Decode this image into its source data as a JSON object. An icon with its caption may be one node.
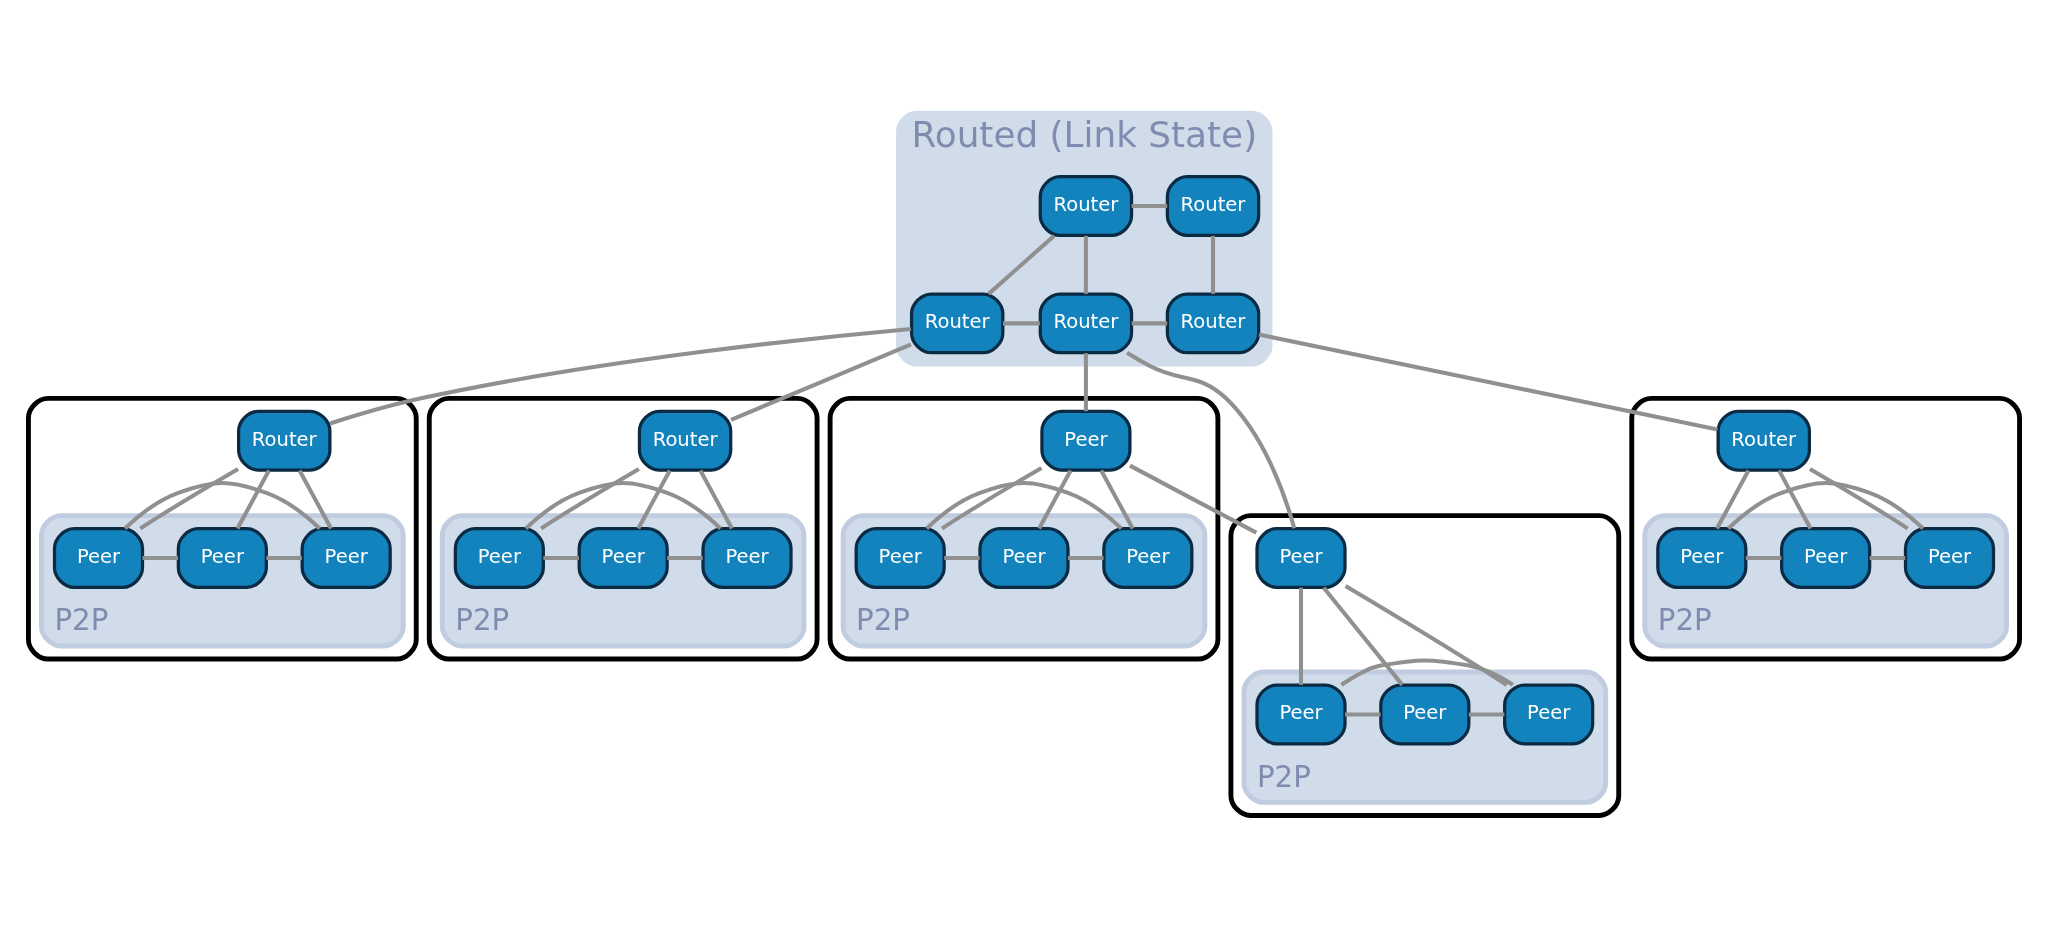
{
  "diagram": {
    "nodes": [
      {
        "text": [
          "Routed (Link State)"
        ]
      },
      {
        "text": [
          "Router"
        ],
        "in": 0
      },
      {
        "text": [
          "Router"
        ],
        "in": 0
      },
      {
        "text": [
          "Router"
        ],
        "in": 0
      },
      {
        "text": [
          "Router"
        ],
        "in": 0
      },
      {
        "text": [
          "Router"
        ],
        "in": 0
      },
      {
        "text": [],
        "shape": "picture"
      },
      {
        "text": [
          "Router"
        ],
        "in": 6
      },
      {
        "text": [
          "P2P"
        ],
        "in": 6
      },
      {
        "text": [
          "Peer"
        ],
        "in": 8
      },
      {
        "text": [
          "Peer"
        ],
        "in": 8
      },
      {
        "text": [
          "Peer"
        ],
        "in": 8
      },
      {
        "text": [],
        "shape": "picture"
      },
      {
        "text": [
          "Router"
        ],
        "in": 12
      },
      {
        "text": [
          "P2P"
        ],
        "in": 12
      },
      {
        "text": [
          "Peer"
        ],
        "in": 14
      },
      {
        "text": [
          "Peer"
        ],
        "in": 14
      },
      {
        "text": [
          "Peer"
        ],
        "in": 14
      },
      {
        "text": [],
        "shape": "picture"
      },
      {
        "text": [
          "Peer"
        ],
        "in": 18
      },
      {
        "text": [
          "P2P"
        ],
        "in": 18
      },
      {
        "text": [
          "Peer"
        ],
        "in": 20
      },
      {
        "text": [
          "Peer"
        ],
        "in": 20
      },
      {
        "text": [
          "Peer"
        ],
        "in": 20
      },
      {
        "text": [],
        "shape": "picture"
      },
      {
        "text": [
          "Peer"
        ],
        "in": 24
      },
      {
        "text": [
          "P2P"
        ],
        "in": 24
      },
      {
        "text": [
          "Peer"
        ],
        "in": 26
      },
      {
        "text": [
          "Peer"
        ],
        "in": 26
      },
      {
        "text": [
          "Peer"
        ],
        "in": 26
      },
      {
        "text": [],
        "shape": "picture"
      },
      {
        "text": [
          "Router"
        ],
        "in": 30
      },
      {
        "text": [
          "P2P"
        ],
        "in": 30
      },
      {
        "text": [
          "Peer"
        ],
        "in": 32
      },
      {
        "text": [
          "Peer"
        ],
        "in": 32
      },
      {
        "text": [
          "Peer"
        ],
        "in": 32
      }
    ],
    "edges": [
      {
        "from": 1,
        "to": 2,
        "arrow": "none"
      },
      {
        "from": 1,
        "to": 3,
        "arrow": "none"
      },
      {
        "from": 1,
        "to": 4,
        "arrow": "none"
      },
      {
        "from": 2,
        "to": 5,
        "arrow": "none"
      },
      {
        "from": 3,
        "to": 4,
        "arrow": "none"
      },
      {
        "from": 4,
        "to": 5,
        "arrow": "none"
      },
      {
        "from": 3,
        "to": 7,
        "arrow": "none"
      },
      {
        "from": 3,
        "to": 13,
        "arrow": "none"
      },
      {
        "from": 4,
        "to": 19,
        "arrow": "none"
      },
      {
        "from": 4,
        "to": 25,
        "arrow": "none"
      },
      {
        "from": 19,
        "to": 25,
        "arrow": "none"
      },
      {
        "from": 5,
        "to": 31,
        "arrow": "none"
      },
      {
        "from": 7,
        "to": 9,
        "arrow": "none"
      },
      {
        "from": 7,
        "to": 10,
        "arrow": "none"
      },
      {
        "from": 7,
        "to": 11,
        "arrow": "none"
      },
      {
        "from": 10,
        "to": 9,
        "arrow": "none"
      },
      {
        "from": 9,
        "to": 11,
        "arrow": "none"
      },
      {
        "from": 10,
        "to": 11,
        "arrow": "none"
      },
      {
        "from": 13,
        "to": 15,
        "arrow": "none"
      },
      {
        "from": 13,
        "to": 16,
        "arrow": "none"
      },
      {
        "from": 13,
        "to": 17,
        "arrow": "none"
      },
      {
        "from": 16,
        "to": 15,
        "arrow": "none"
      },
      {
        "from": 15,
        "to": 17,
        "arrow": "none"
      },
      {
        "from": 16,
        "to": 17,
        "arrow": "none"
      },
      {
        "from": 19,
        "to": 21,
        "arrow": "none"
      },
      {
        "from": 19,
        "to": 22,
        "arrow": "none"
      },
      {
        "from": 19,
        "to": 23,
        "arrow": "none"
      },
      {
        "from": 22,
        "to": 21,
        "arrow": "none"
      },
      {
        "from": 21,
        "to": 23,
        "arrow": "none"
      },
      {
        "from": 22,
        "to": 23,
        "arrow": "none"
      },
      {
        "from": 31,
        "to": 33,
        "arrow": "none"
      },
      {
        "from": 31,
        "to": 34,
        "arrow": "none"
      },
      {
        "from": 31,
        "to": 35,
        "arrow": "none"
      },
      {
        "from": 34,
        "to": 33,
        "arrow": "none"
      },
      {
        "from": 33,
        "to": 35,
        "arrow": "none"
      },
      {
        "from": 34,
        "to": 35,
        "arrow": "none"
      },
      {
        "from": 25,
        "to": 27,
        "arrow": "none"
      },
      {
        "from": 25,
        "to": 28,
        "arrow": "none"
      },
      {
        "from": 25,
        "to": 29,
        "arrow": "none"
      },
      {
        "from": 28,
        "to": 27,
        "arrow": "none"
      },
      {
        "from": 27,
        "to": 29,
        "arrow": "none"
      },
      {
        "from": 28,
        "to": 29,
        "arrow": "none"
      }
    ]
  }
}
